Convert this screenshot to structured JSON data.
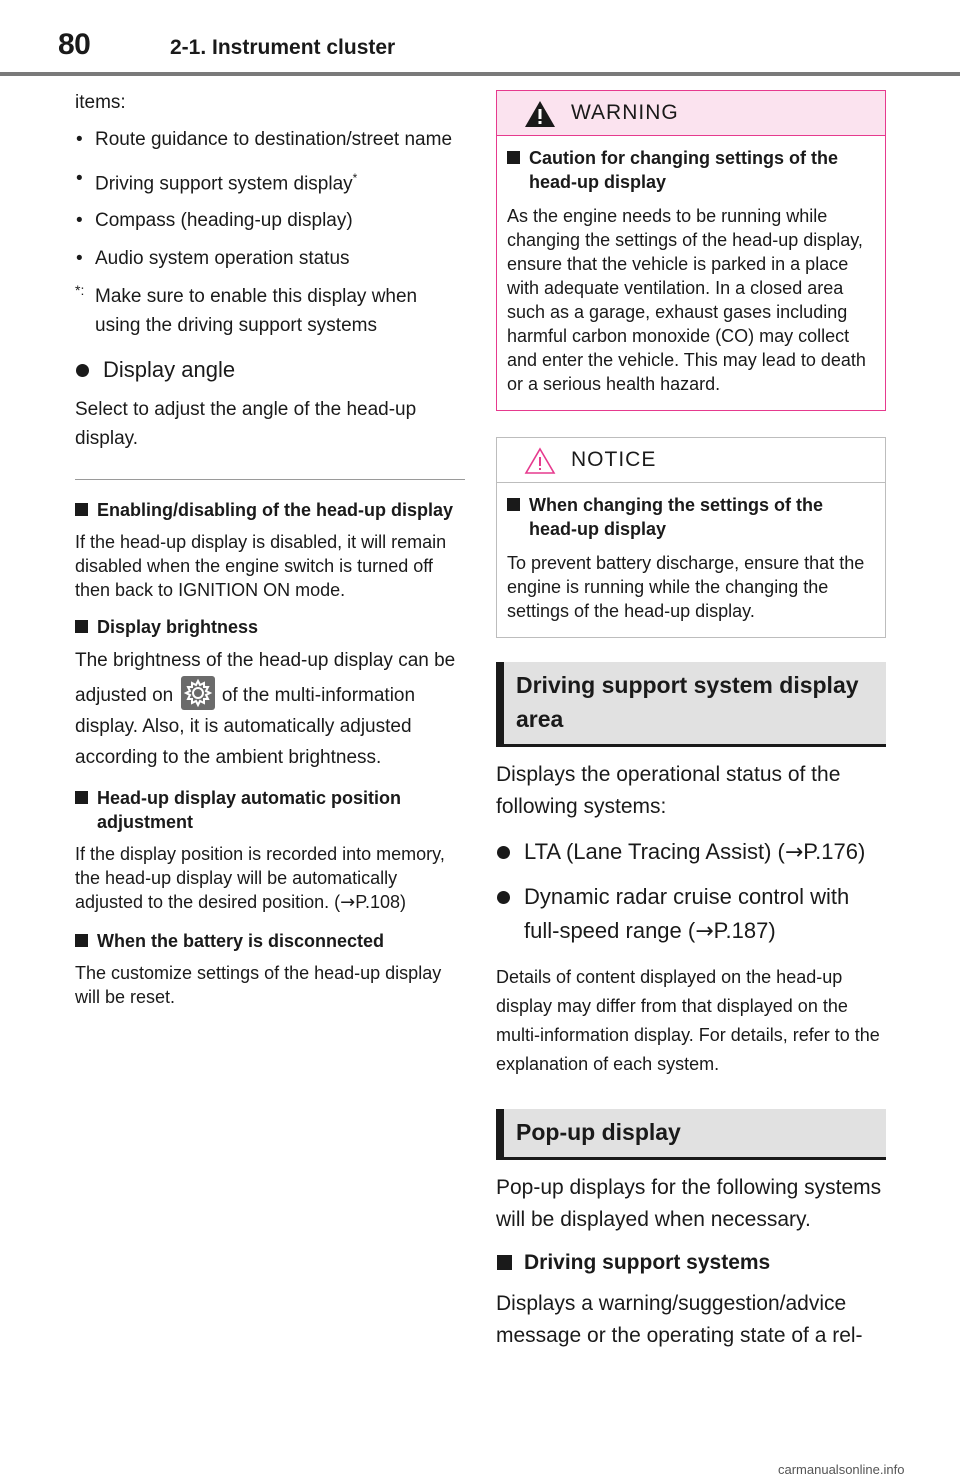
{
  "header": {
    "page_number": "80",
    "section": "2-1. Instrument cluster"
  },
  "left": {
    "intro": "items:",
    "items": [
      "Route guidance to destination/street name",
      "Driving support system display",
      "Compass (heading-up display)",
      "Audio system operation status"
    ],
    "asterisk": "*",
    "footnote_mark": "*:",
    "footnote": "Make sure to enable this display when using the driving support systems",
    "angle_heading": "Display angle",
    "angle_text": "Select to adjust the angle of the head-up display.",
    "enable_heading": "Enabling/disabling of the head-up display",
    "enable_text": "If the head-up display is disabled, it will remain disabled when the engine switch is turned off then back to IGNITION ON mode.",
    "brightness_heading": "Display brightness",
    "brightness_text_a": "The brightness of the head-up display can be adjusted on",
    "brightness_text_b": "of the multi-information display. Also, it is automatically adjusted according to the ambient brightness.",
    "position_heading": "Head-up display automatic position adjustment",
    "position_text": "If the display position is recorded into memory, the head-up display will be automatically adjusted to the desired position.",
    "position_ref": "P.108",
    "battery_heading": "When the battery is disconnected",
    "battery_text": "The customize settings of the head-up display will be reset."
  },
  "warning": {
    "title": "WARNING",
    "heading": "Caution for changing settings of the head-up display",
    "text": "As the engine needs to be running while changing the settings of the head-up display, ensure that the vehicle is parked in a place with adequate ventilation. In a closed area such as a garage, exhaust gases including harmful carbon monoxide (CO) may collect and enter the vehicle. This may lead to death or a serious health hazard."
  },
  "notice": {
    "title": "NOTICE",
    "heading": "When changing the settings of the head-up display",
    "text": "To prevent battery discharge, ensure that the engine is running while the changing the settings of the head-up display."
  },
  "driving": {
    "title": "Driving support system display area",
    "intro": "Displays the operational status of the following systems:",
    "lta": "LTA (Lane Tracing Assist) (",
    "lta_ref": "P.176",
    "radar": "Dynamic radar cruise control with full-speed range (",
    "radar_ref": "P.187",
    "details": "Details of content displayed on the head-up display may differ from that displayed on the multi-information display. For details, refer to the explanation of each system."
  },
  "popup": {
    "title": "Pop-up display",
    "intro": "Pop-up displays for the following systems will be displayed when necessary.",
    "sub_heading": "Driving support systems",
    "text": "Displays a warning/suggestion/advice message or the operating state of a rel-"
  },
  "watermark": "carmanualsonline.info",
  "icons": {
    "settings": "gear-icon",
    "warning": "warning-triangle-icon",
    "notice": "notice-triangle-icon",
    "arrow": "right-arrow"
  },
  "colors": {
    "warning_accent": "#e63a8e",
    "warning_fill": "#fbe3ef",
    "band_fill": "#e1e1e1"
  }
}
